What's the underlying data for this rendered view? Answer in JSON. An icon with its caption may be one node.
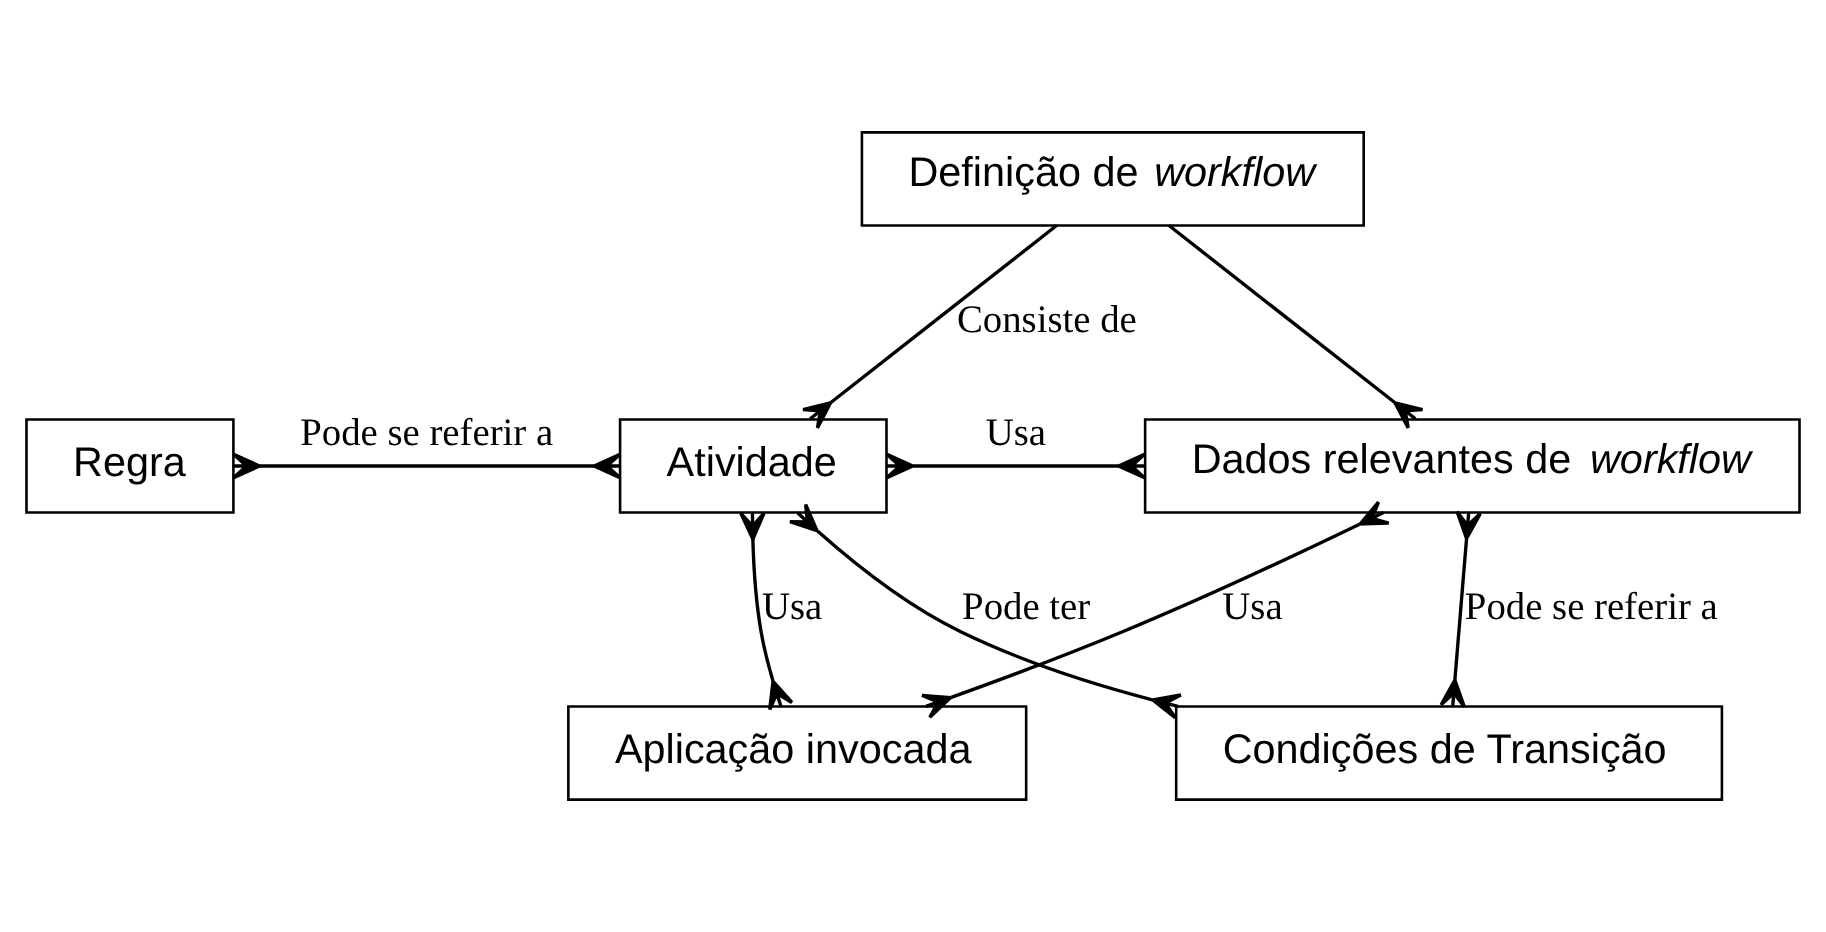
{
  "diagram": {
    "nodes": [
      {
        "text": [
          "Definição de *workflow*"
        ]
      },
      {
        "text": [
          "Regra"
        ]
      },
      {
        "text": [
          "Atividade"
        ]
      },
      {
        "text": [
          "Dados relevantes de *workflow*"
        ]
      },
      {
        "text": [
          "Aplicação invocada"
        ]
      },
      {
        "text": [
          "Condições de Transição"
        ]
      }
    ],
    "edges": [
      {
        "from": 0,
        "to": 2,
        "arrow": "other",
        "label": "Consiste de"
      },
      {
        "from": 0,
        "to": 3,
        "arrow": "other"
      },
      {
        "from": 1,
        "to": 2,
        "arrow": "other",
        "label": "Pode se referir a"
      },
      {
        "from": 2,
        "to": 3,
        "arrow": "other",
        "label": "Usa"
      },
      {
        "from": 2,
        "to": 4,
        "arrow": "other",
        "label": "Usa"
      },
      {
        "from": 2,
        "to": 5,
        "arrow": "other",
        "label": "Pode ter"
      },
      {
        "from": 4,
        "to": 3,
        "arrow": "other",
        "label": "Usa"
      },
      {
        "from": 5,
        "to": 3,
        "arrow": "other",
        "label": "Pode se referir a"
      }
    ]
  }
}
